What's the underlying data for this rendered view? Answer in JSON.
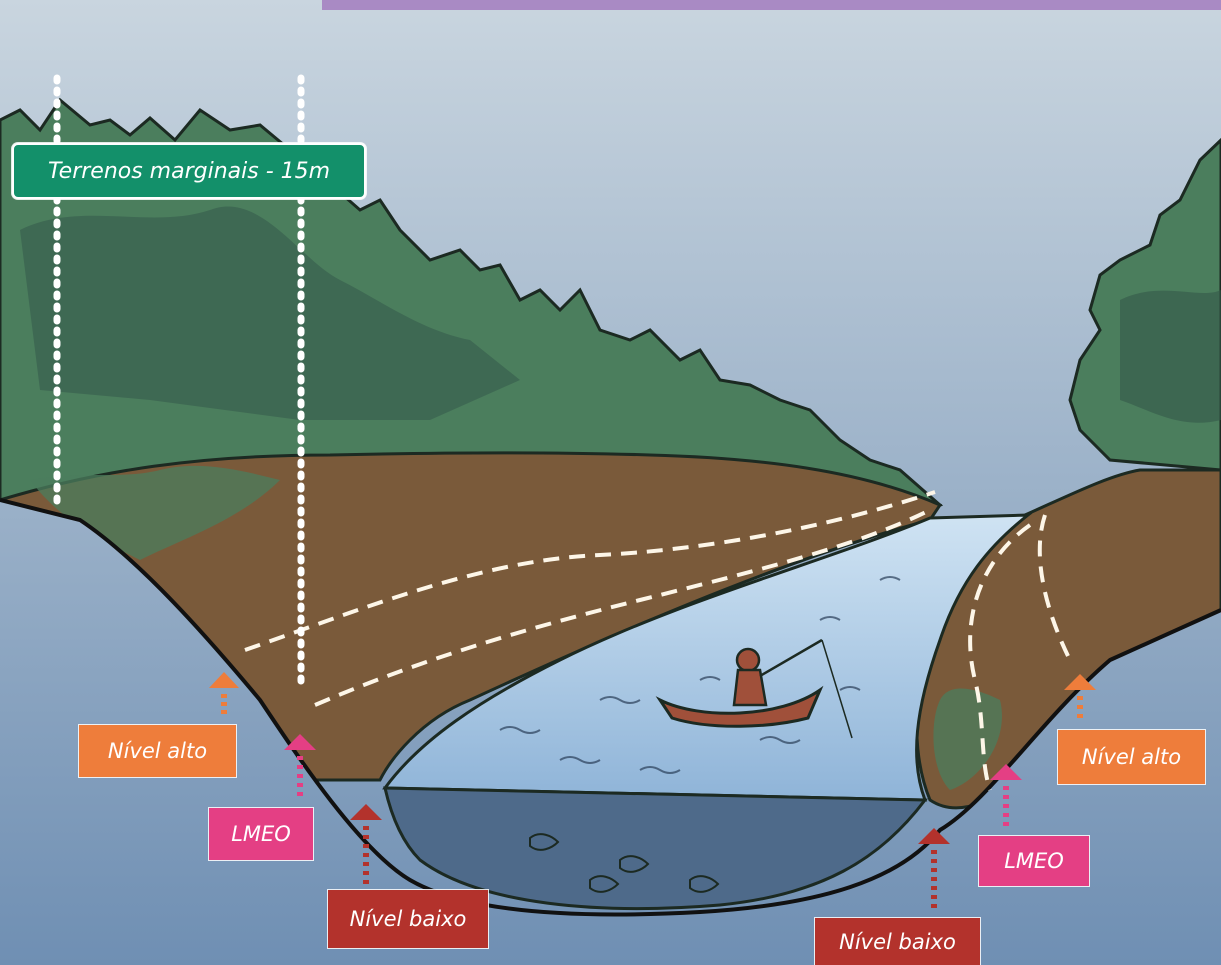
{
  "colors": {
    "sky_top": "#c9d5df",
    "sky_bottom": "#6f8fb3",
    "forest": "#4b7e5d",
    "forest_dark": "#34584a",
    "bank_soil": "#7a5a3a",
    "water": "#a9c9e6",
    "riverbed": "#4e6a8a",
    "header_band": "#a98ac4",
    "terrenos_bg": "#13906a",
    "nivel_alto_bg": "#ee7d3b",
    "lmeo_bg": "#e43f84",
    "nivel_baixo_bg": "#b3322c",
    "dashed_line": "#fdf6e8"
  },
  "labels": {
    "terrenos": "Terrenos  marginais - 15m",
    "nivel_alto_left": "Nível alto",
    "nivel_alto_right": "Nível alto",
    "lmeo_left": "LMEO",
    "lmeo_right": "LMEO",
    "nivel_baixo_left": "Nível baixo",
    "nivel_baixo_right": "Nível baixo"
  }
}
